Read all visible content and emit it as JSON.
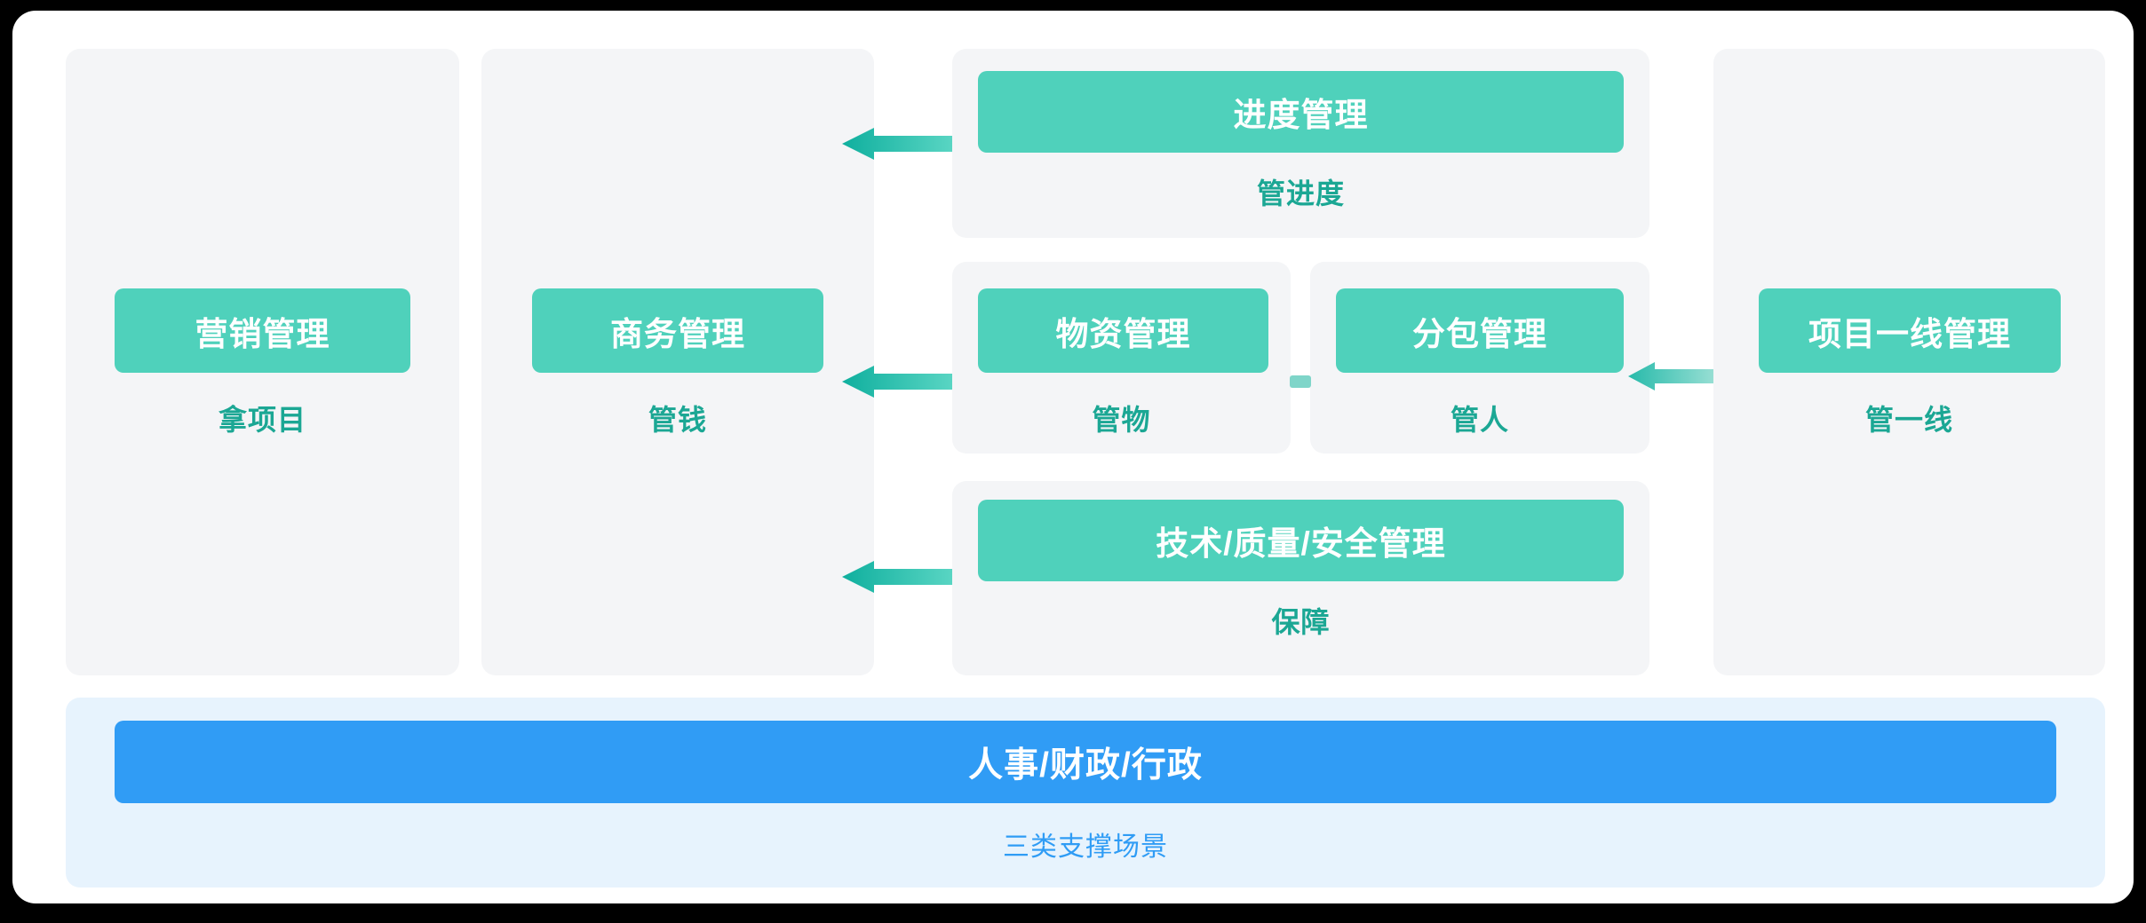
{
  "diagram": {
    "nodes": {
      "marketing": {
        "title": "营销管理",
        "subtitle": "拿项目"
      },
      "business": {
        "title": "商务管理",
        "subtitle": "管钱"
      },
      "progress": {
        "title": "进度管理",
        "subtitle": "管进度"
      },
      "materials": {
        "title": "物资管理",
        "subtitle": "管物"
      },
      "subcontract": {
        "title": "分包管理",
        "subtitle": "管人"
      },
      "quality": {
        "title": "技术/质量/安全管理",
        "subtitle": "保障"
      },
      "frontline": {
        "title": "项目一线管理",
        "subtitle": "管一线"
      },
      "support": {
        "title": "人事/财政/行政",
        "subtitle": "三类支撑场景"
      }
    },
    "colors": {
      "teal": "#4FD1BB",
      "teal_text": "#1BA794",
      "panel_bg": "#F4F5F7",
      "support_bg": "#E7F3FD",
      "blue": "#309CF5",
      "blue_text": "#2F9CF5",
      "arrow_dark": "#0FAF9E",
      "arrow_light": "#59D5C3",
      "arrow2_dark": "#27BAAA",
      "arrow2_light": "#96DED3",
      "connector": "#7FD5C9"
    }
  }
}
